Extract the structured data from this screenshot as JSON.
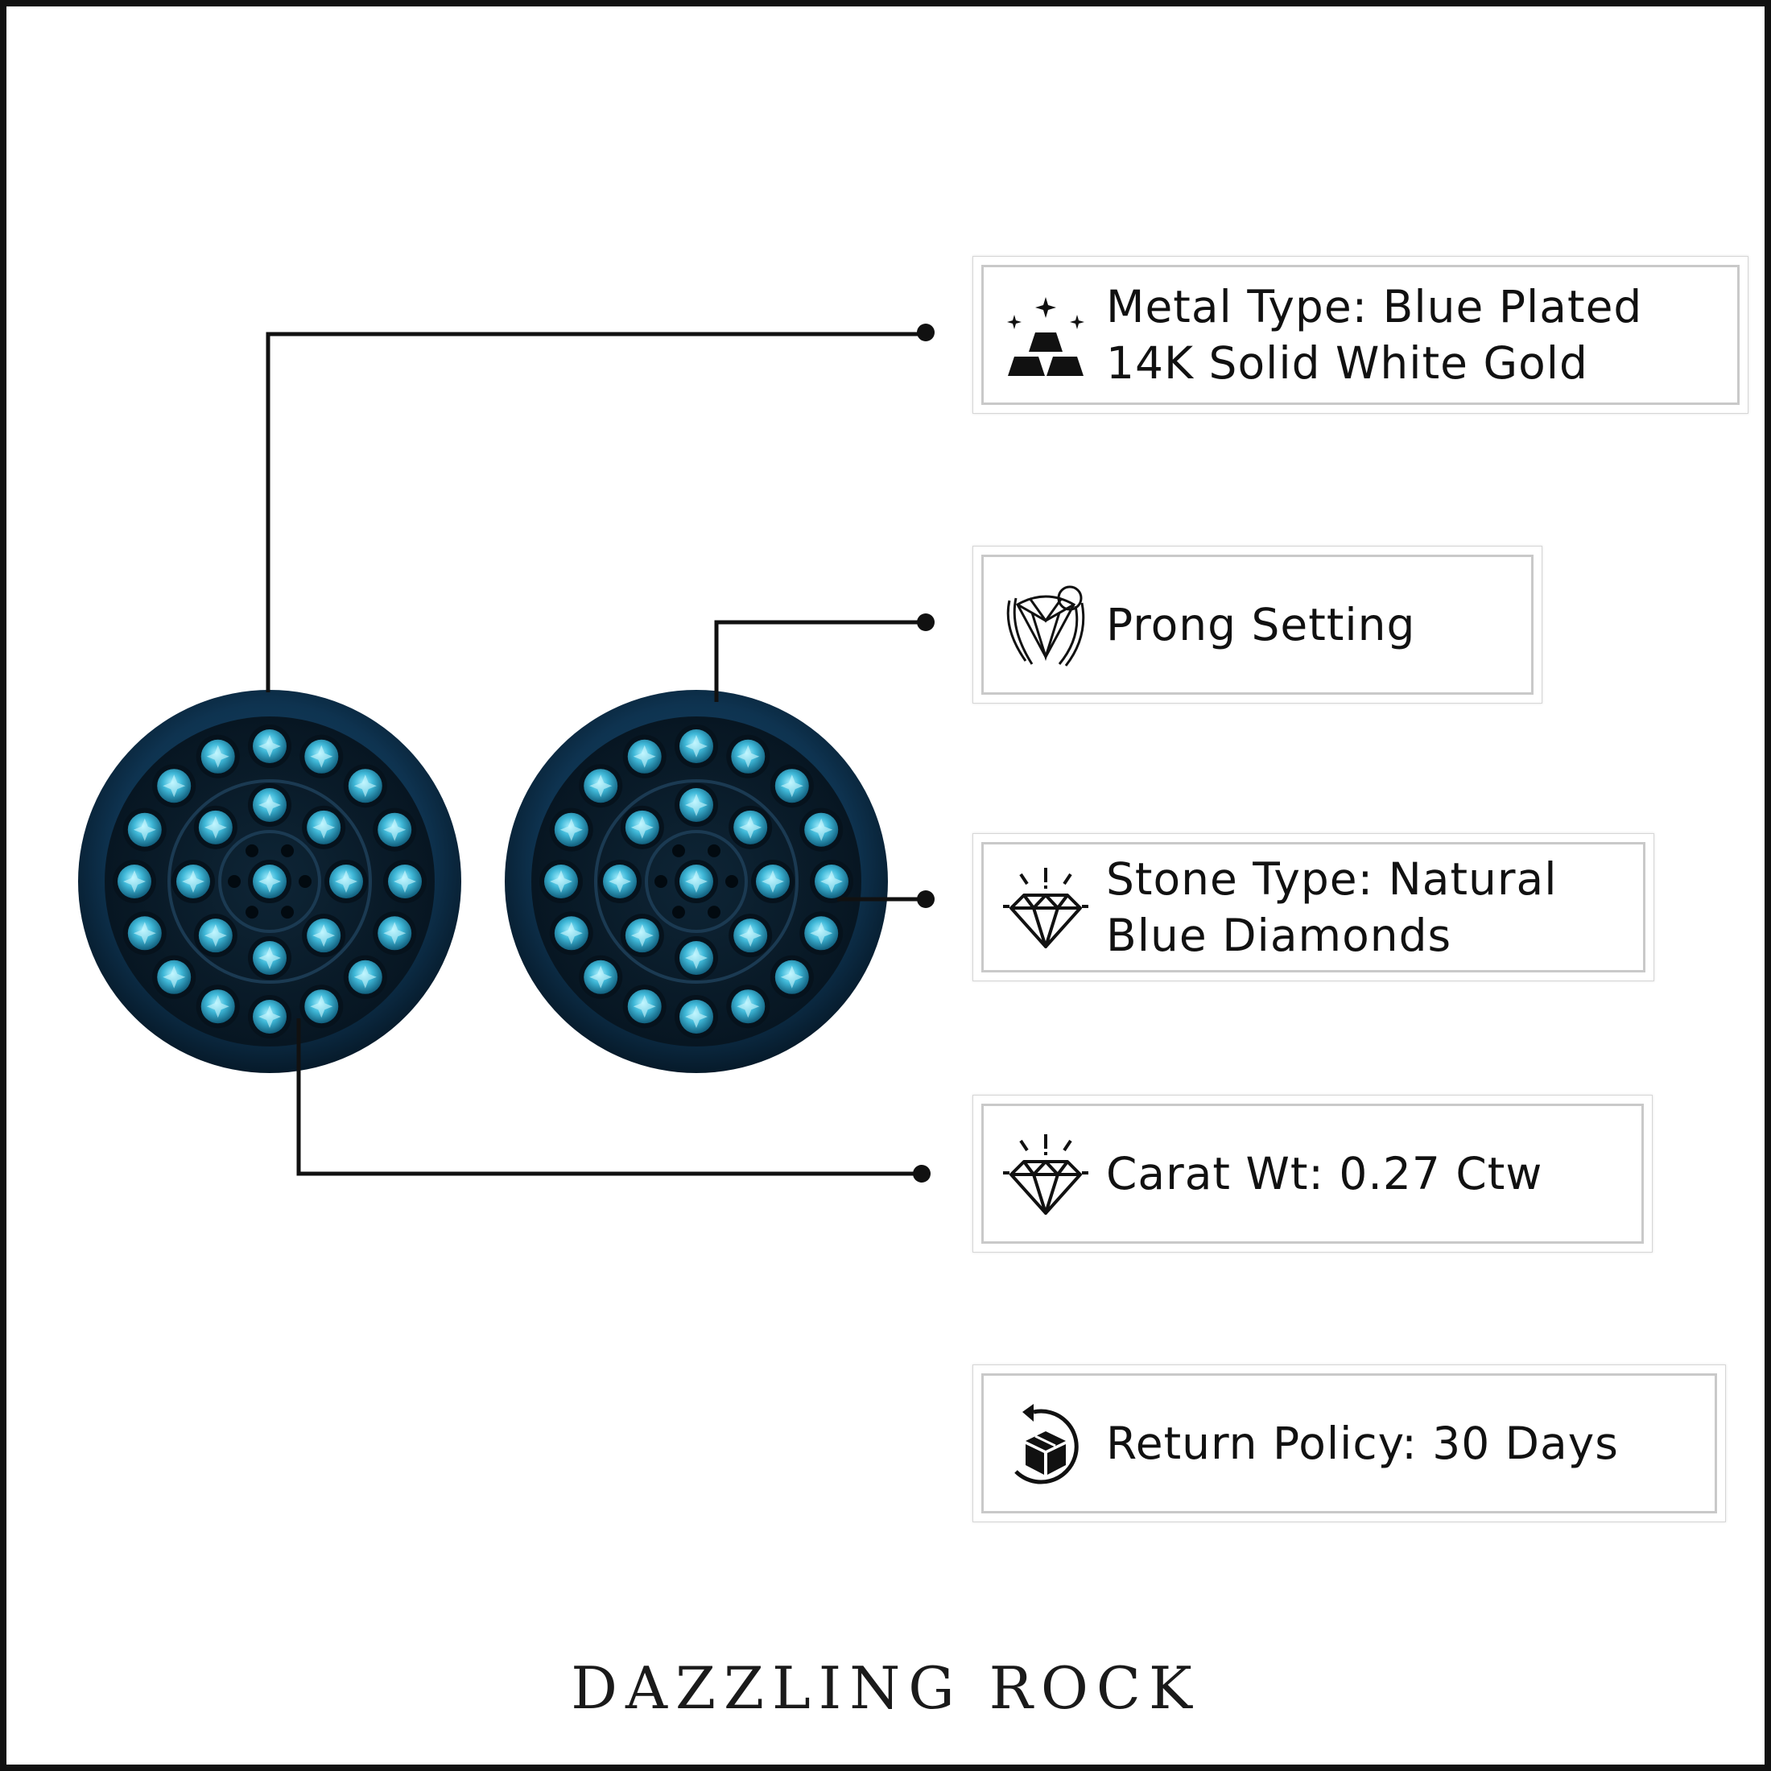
{
  "features": {
    "metal_line1": "Metal Type: Blue Plated",
    "metal_line2": "14K Solid White Gold",
    "prong": "Prong Setting",
    "stone_line1": "Stone Type: Natural",
    "stone_line2": "Blue Diamonds",
    "carat": "Carat Wt: 0.27 Ctw",
    "return": "Return Policy: 30 Days"
  },
  "icons": {
    "metal": "gold-bars-icon",
    "prong": "prong-setting-icon",
    "stone": "diamond-icon",
    "carat": "diamond-icon",
    "return": "return-box-icon"
  },
  "brand": "DAZZLING ROCK",
  "colors": {
    "metal": "#0d2a3f",
    "stone": "#3fb8d8",
    "leader": "#111111"
  }
}
